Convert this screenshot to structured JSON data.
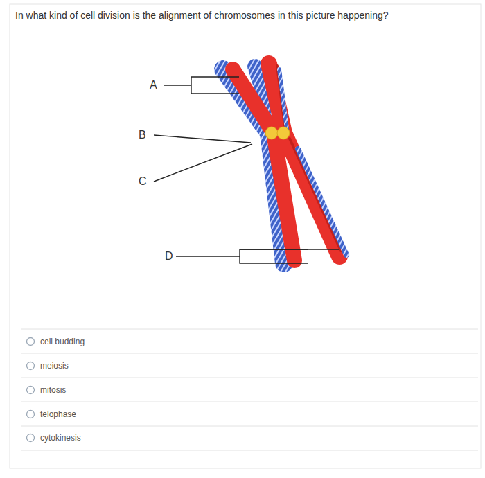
{
  "diagram": {
    "title": "In what kind of cell division is the alignment of chromosomes in this picture happening?",
    "labels": [
      "A",
      "B",
      "C",
      "D",
      "cell budding",
      "meiosis",
      "mitosis",
      "telophase",
      "cytokinesis"
    ]
  }
}
